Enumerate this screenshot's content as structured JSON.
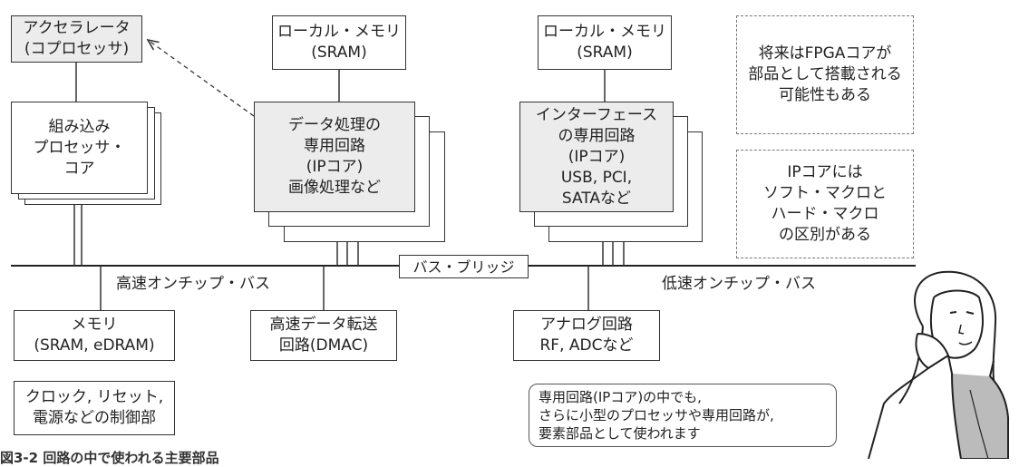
{
  "blocks": {
    "accelerator": "アクセラレータ\n(コプロセッサ)",
    "cpu": "組み込み\nプロセッサ・\nコア",
    "local_mem_1": "ローカル・メモリ\n(SRAM)",
    "local_mem_2": "ローカル・メモリ\n(SRAM)",
    "data_proc": "データ処理の\n専用回路\n(IPコア)\n画像処理など",
    "interface": "インターフェース\nの専用回路\n(IPコア)\nUSB, PCI,\nSATAなど",
    "memory": "メモリ\n(SRAM, eDRAM)",
    "dmac": "高速データ転送\n回路(DMAC)",
    "analog": "アナログ回路\nRF, ADCなど",
    "clock": "クロック, リセット,\n電源などの制御部",
    "bridge": "バス・ブリッジ"
  },
  "notes": {
    "fpga": "将来はFPGAコアが\n部品として搭載される\n可能性もある",
    "ipcore": "IPコアには\nソフト・マクロと\nハード・マクロ\nの区別がある"
  },
  "bus_labels": {
    "high_speed": "高速オンチップ・バス",
    "low_speed": "低速オンチップ・バス"
  },
  "speech_bubble": "専用回路(IPコア)の中でも,\nさらに小型のプロセッサや専用回路が,\n要素部品として使われます",
  "figure_caption": "図3-2 回路の中で使われる主要部品"
}
